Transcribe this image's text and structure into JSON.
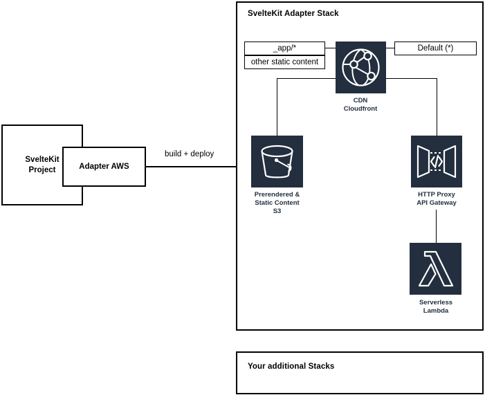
{
  "diagram": {
    "title_visible": false,
    "left": {
      "project_box": {
        "label": "SvelteKit\nProject"
      },
      "adapter_box": {
        "label": "Adapter AWS"
      },
      "deploy_edge": {
        "label": "build + deploy"
      }
    },
    "main_stack": {
      "title": "SvelteKit Adapter Stack",
      "behaviors": {
        "app_path": "_app/*",
        "other_static": "other static content",
        "default": "Default (*)"
      },
      "nodes": [
        {
          "id": "cdn",
          "icon": "globe-network-icon",
          "label": "CDN\nCloudfront",
          "service": "Cloudfront"
        },
        {
          "id": "s3",
          "icon": "bucket-icon",
          "label": "Prerendered &\nStatic Content\nS3",
          "service": "S3"
        },
        {
          "id": "apigw",
          "icon": "api-gateway-icon",
          "label": "HTTP Proxy\nAPI Gateway",
          "service": "API Gateway"
        },
        {
          "id": "lambda",
          "icon": "lambda-icon",
          "label": "Serverless\nLambda",
          "service": "Lambda"
        }
      ]
    },
    "additional_stack": {
      "title": "Your additional Stacks"
    },
    "colors": {
      "tile": "#232f3e",
      "label": "#232f3e",
      "stroke": "#000000",
      "background": "#ffffff"
    }
  }
}
